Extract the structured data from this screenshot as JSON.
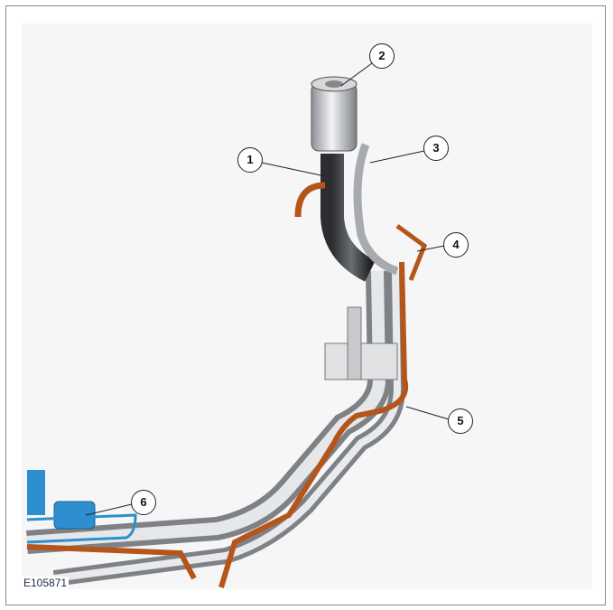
{
  "figure_id": "E105871",
  "callouts": [
    "1",
    "2",
    "3",
    "4",
    "5",
    "6"
  ],
  "colors": {
    "pipe": "#b9bcc0",
    "hose": "#3f4246",
    "orange_tube": "#b5551a",
    "blue_part": "#2d8fd0",
    "frame": "#8a8a8a"
  }
}
